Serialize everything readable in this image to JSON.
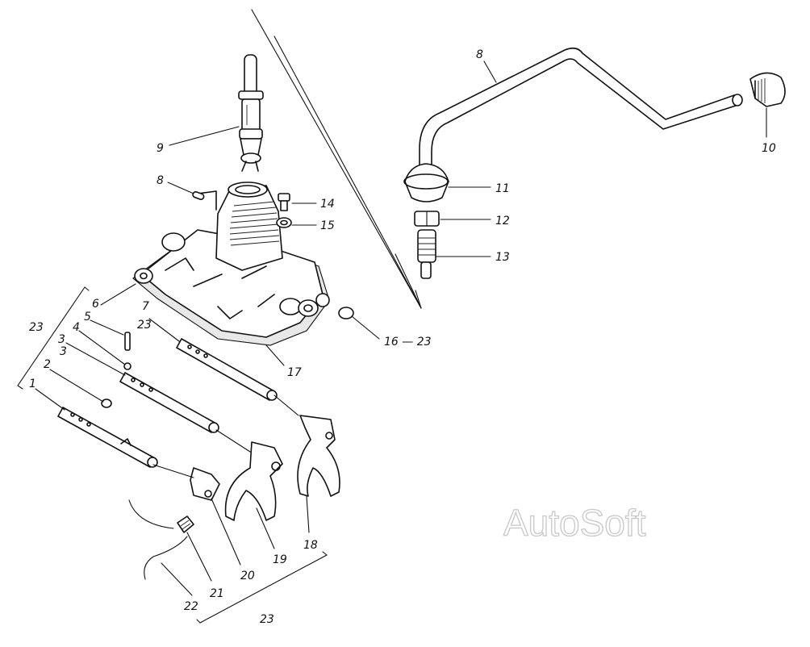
{
  "watermark": "AutoSoft",
  "callouts": {
    "c1": "1",
    "c2": "2",
    "c3": "3",
    "c3b": "3",
    "c4": "4",
    "c5": "5",
    "c6": "6",
    "c7": "7",
    "c8": "8",
    "c8b": "8",
    "c9": "9",
    "c10": "10",
    "c11": "11",
    "c12": "12",
    "c13": "13",
    "c14": "14",
    "c15": "15",
    "c16": "16 — 23",
    "c17": "17",
    "c18": "18",
    "c19": "19",
    "c20": "20",
    "c21": "21",
    "c22": "22",
    "c23a": "23",
    "c23b": "23",
    "c23c": "23"
  }
}
